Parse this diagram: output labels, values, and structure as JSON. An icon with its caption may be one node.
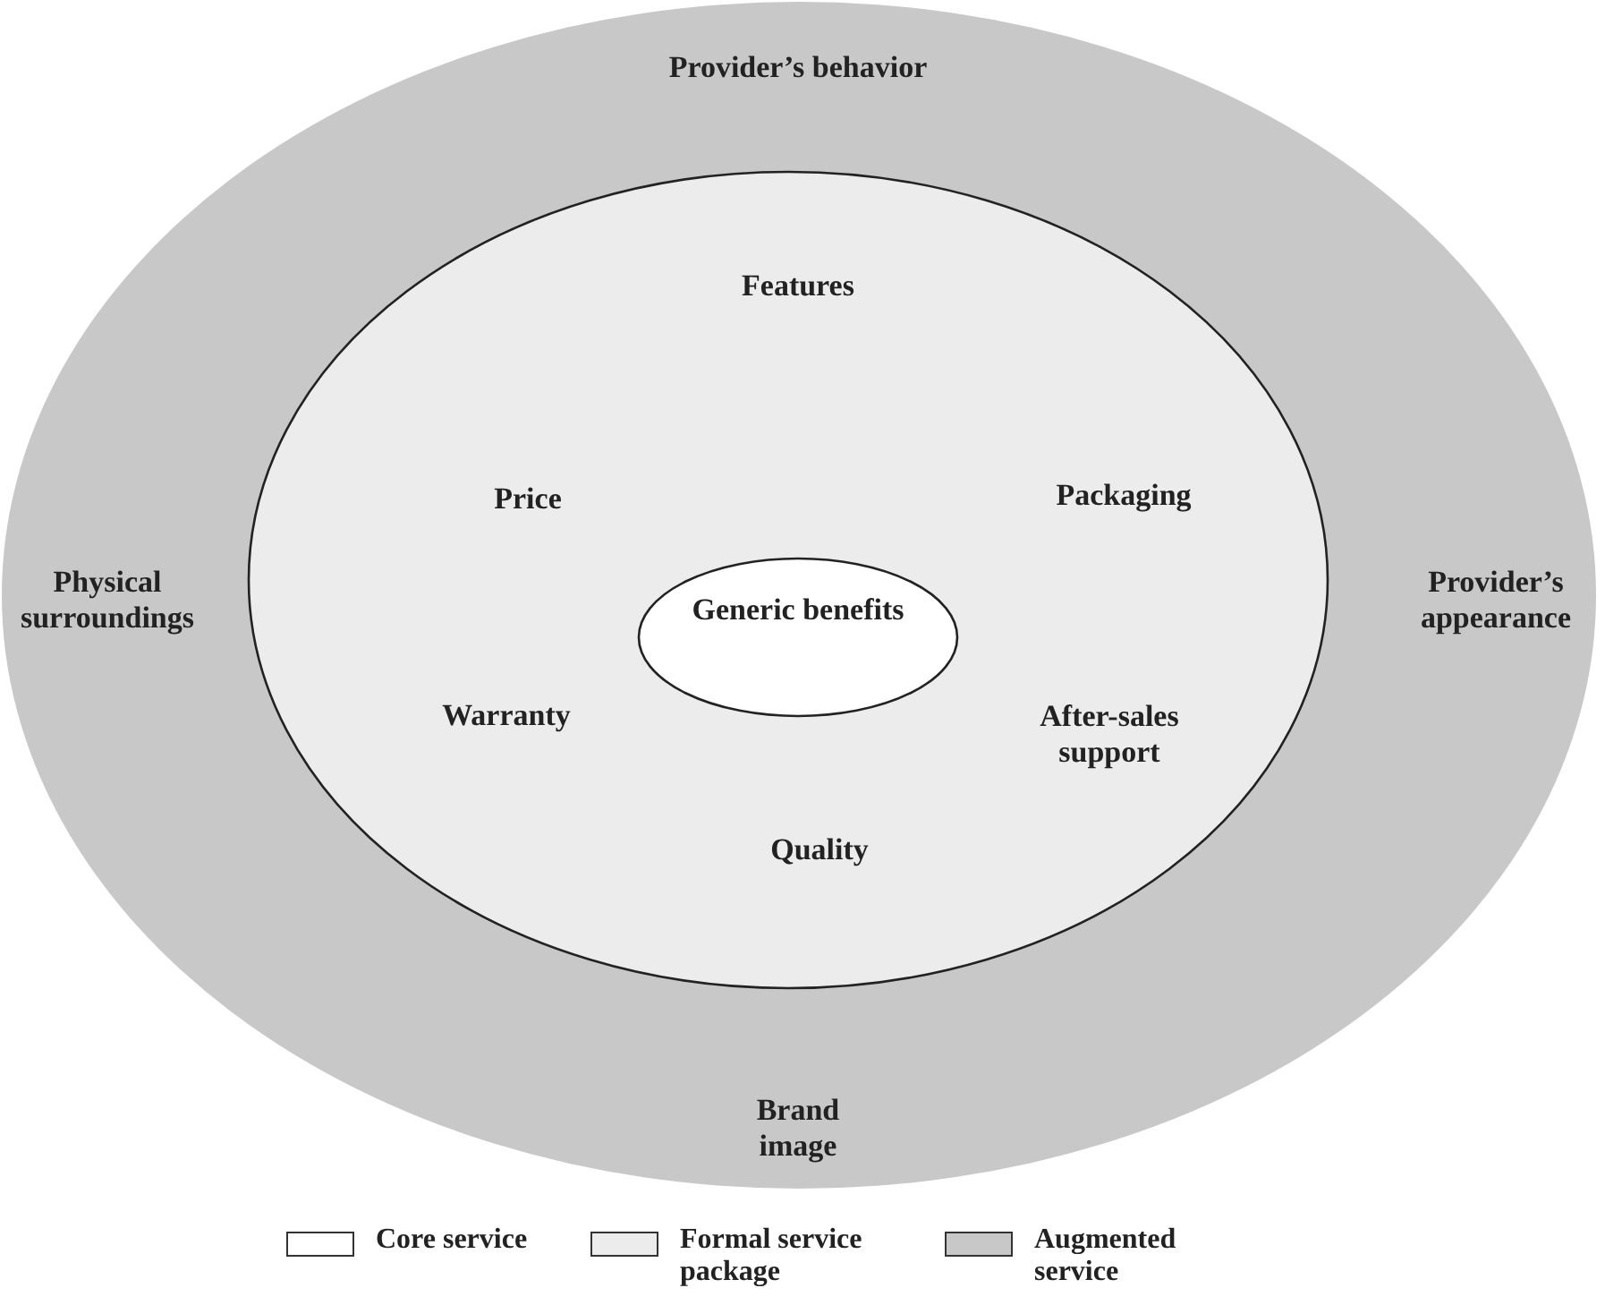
{
  "diagram": {
    "nodes": [
      {
        "text": [
          "Provider’s behavior",
          "Physical surroundings",
          "Provider’s appearance",
          "Brand image"
        ]
      },
      {
        "text": [
          "Features",
          "Price",
          "Packaging",
          "Warranty",
          "After-sales support",
          "Quality"
        ],
        "in": 0
      },
      {
        "text": [
          "Generic benefits"
        ],
        "in": 1
      }
    ],
    "legend": [
      {
        "text": "Core service",
        "color": "#ffffff"
      },
      {
        "text": "Formal service package",
        "color": "#ececec"
      },
      {
        "text": "Augmented service",
        "color": "#c8c8c8"
      }
    ]
  }
}
